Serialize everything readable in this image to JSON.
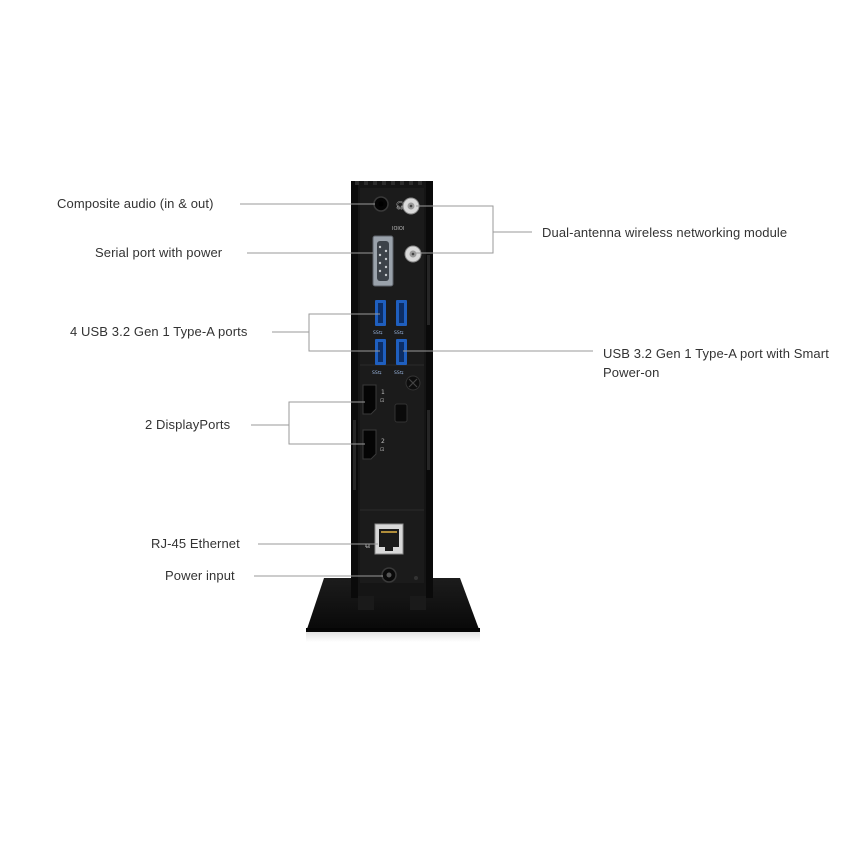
{
  "labels": {
    "composite_audio": "Composite audio (in & out)",
    "serial_port": "Serial port with power",
    "usb_ports": "4 USB 3.2 Gen 1 Type-A ports",
    "displayports": "2 DisplayPorts",
    "ethernet": "RJ-45 Ethernet",
    "power_input": "Power input",
    "wireless_module": "Dual-antenna wireless networking module",
    "usb_smart_power": "USB 3.2 Gen 1 Type-A port with Smart Power-on"
  },
  "port_marks": {
    "usb_logo": "SS⇆",
    "dp_1": "1",
    "dp_2": "2",
    "serial_mark": "IOIOI"
  },
  "colors": {
    "chassis": "#141414",
    "chassis_edge": "#2a2a2a",
    "usb_blue": "#1f5fbf",
    "leader_line": "#9a9a9a",
    "text": "#333333"
  }
}
